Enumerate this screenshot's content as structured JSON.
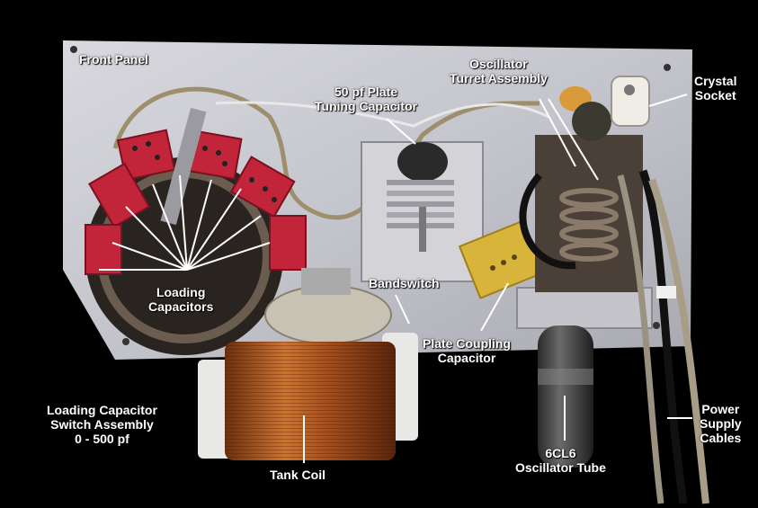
{
  "labels": {
    "front_panel": "Front Panel",
    "plate_tuning": [
      "50 pf Plate",
      "Tuning Capacitor"
    ],
    "oscillator_turret": [
      "Oscillator",
      "Turret Assembly"
    ],
    "crystal_socket": [
      "Crystal",
      "Socket"
    ],
    "loading_caps": [
      "Loading",
      "Capacitors"
    ],
    "bandswitch": "Bandswitch",
    "plate_coupling": [
      "Plate Coupling",
      "Capacitor"
    ],
    "loading_switch": [
      "Loading Capacitor",
      "Switch Assembly",
      "0 - 500 pf"
    ],
    "tank_coil": "Tank Coil",
    "oscillator_tube": [
      "6CL6",
      "Oscillator Tube"
    ],
    "power_cables": [
      "Power",
      "Supply",
      "Cables"
    ]
  },
  "colors": {
    "background": "#000000",
    "panel": "#c9c9cf",
    "capacitor_red": "#c2253a",
    "coil_copper": "#b4561c",
    "coupling_yellow": "#d9b43a",
    "label_text": "#ffffff"
  }
}
